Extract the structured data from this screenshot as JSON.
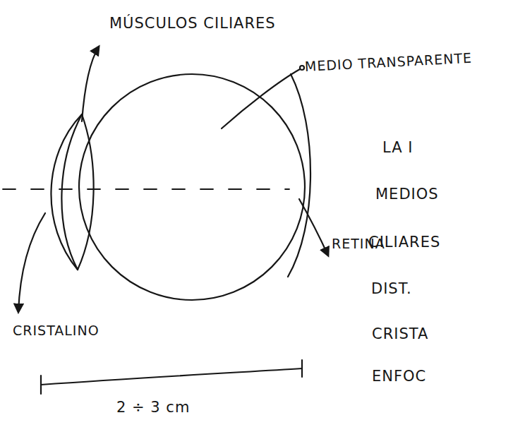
{
  "diagram": {
    "labels": [
      "MÚSCULOS CILIARES",
      "MEDIO TRANSPARENTE",
      "RETINA",
      "CRISTALINO",
      "2 ÷ 3 cm",
      "LA I",
      "MEDIOS",
      "CILIARES",
      "DIST.",
      "CRISTA",
      "ENFOC"
    ]
  }
}
